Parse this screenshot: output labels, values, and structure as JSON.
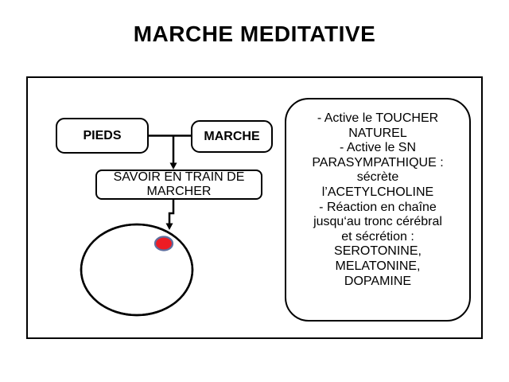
{
  "slide": {
    "title": "MARCHE MEDITATIVE"
  },
  "flowchart": {
    "pieds_label": "PIEDS",
    "marche_label": "MARCHE",
    "savoir_label": "SAVOIR EN TRAIN DE MARCHER"
  },
  "info_box": {
    "lines": [
      "- Active le TOUCHER",
      "NATUREL",
      "- Active le SN",
      "PARASYMPATHIQUE :",
      "sécrète",
      "l’ACETYLCHOLINE",
      "- Réaction en chaîne",
      "jusqu‘au tronc cérébral",
      "et sécrétion :",
      "SEROTONINE,",
      "MELATONINE,",
      "DOPAMINE"
    ]
  },
  "colors": {
    "outline": "#000000",
    "dot_fill": "#ed1c24",
    "dot_stroke": "#5f6f9f",
    "background": "#ffffff"
  }
}
